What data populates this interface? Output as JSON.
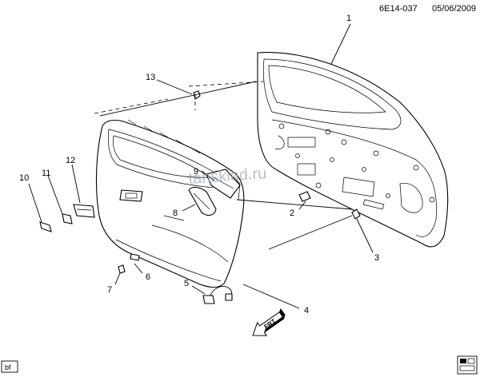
{
  "header": {
    "diagram_id": "6E14-037",
    "date": "05/06/2009"
  },
  "watermark": "tanskiad.ru",
  "direction_arrow": {
    "label": "FRT"
  },
  "footer": {
    "corner_tag": "bf"
  },
  "callouts": [
    "1",
    "2",
    "3",
    "4",
    "5",
    "6",
    "7",
    "8",
    "9",
    "10",
    "11",
    "12",
    "13"
  ],
  "colors": {
    "line": "#000000",
    "watermark": "#9aa6b4",
    "background": "#ffffff"
  }
}
